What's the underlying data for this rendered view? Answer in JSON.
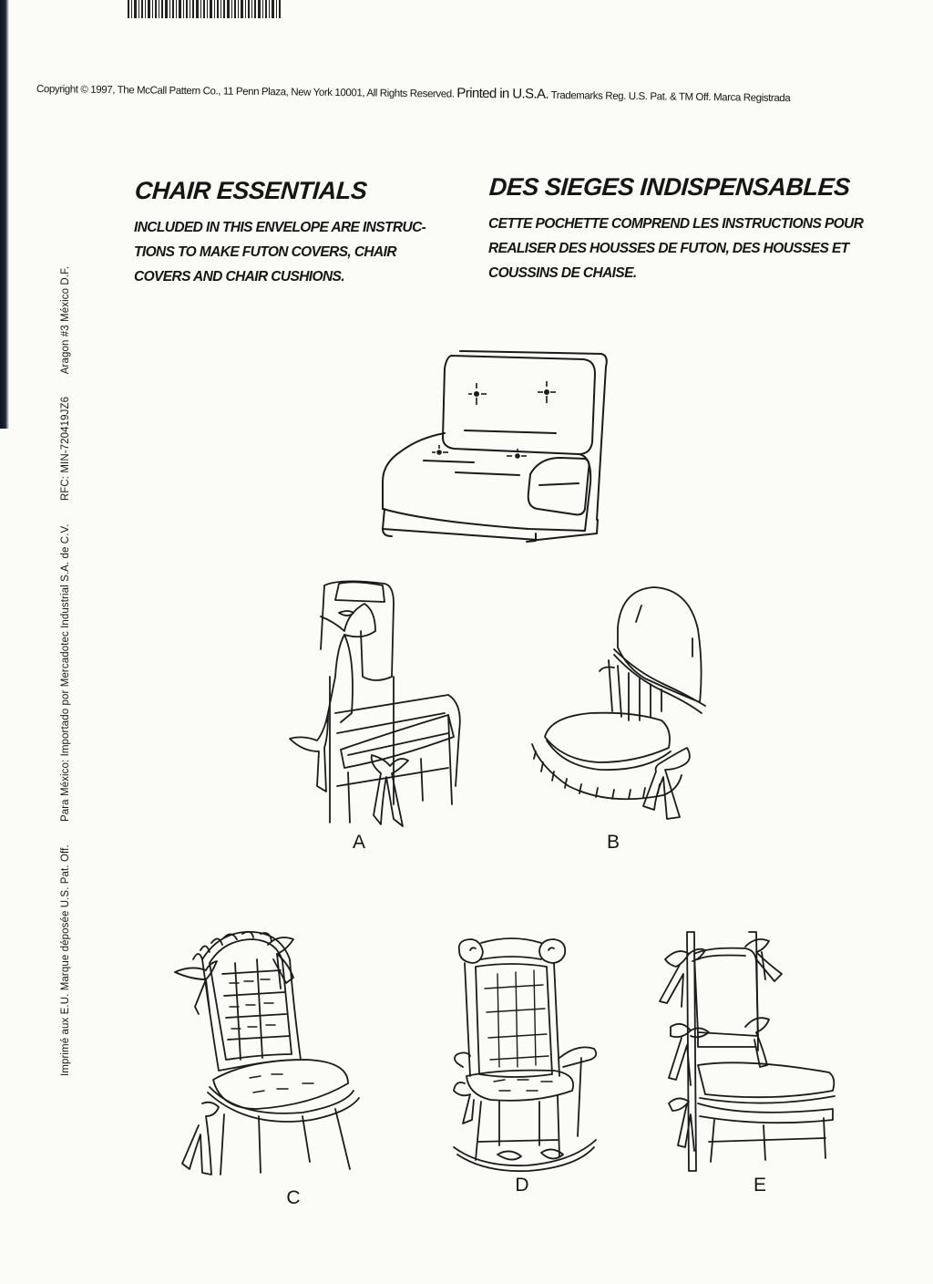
{
  "copyright": {
    "line": "Copyright © 1997, The McCall Pattern Co., 11 Penn Plaza, New York 10001, All Rights Reserved.",
    "printed": "Printed in U.S.A.",
    "trademarks": "Trademarks Reg. U.S. Pat. & TM Off. Marca Registrada"
  },
  "side_text": {
    "imprime": "Imprimé aux E.U. Marque déposée U.S. Pat. Off.",
    "para_mexico": "Para México: Importado por Mercadotec Industrial S.A. de C.V.",
    "rfc": "RFC: MIN-720419JZ6",
    "address": "Aragon #3 México D.F."
  },
  "english": {
    "title": "CHAIR ESSENTIALS",
    "lines": [
      "INCLUDED IN THIS ENVELOPE ARE INSTRUC-",
      "TIONS TO MAKE FUTON COVERS, CHAIR",
      "COVERS AND CHAIR CUSHIONS."
    ]
  },
  "french": {
    "title": "DES SIEGES INDISPENSABLES",
    "lines": [
      "CETTE POCHETTE COMPREND LES INSTRUCTIONS POUR",
      "REALISER DES HOUSSES DE FUTON, DES HOUSSES ET",
      "COUSSINS DE CHAISE."
    ]
  },
  "views": {
    "a": "A",
    "b": "B",
    "c": "C",
    "d": "D",
    "e": "E"
  }
}
